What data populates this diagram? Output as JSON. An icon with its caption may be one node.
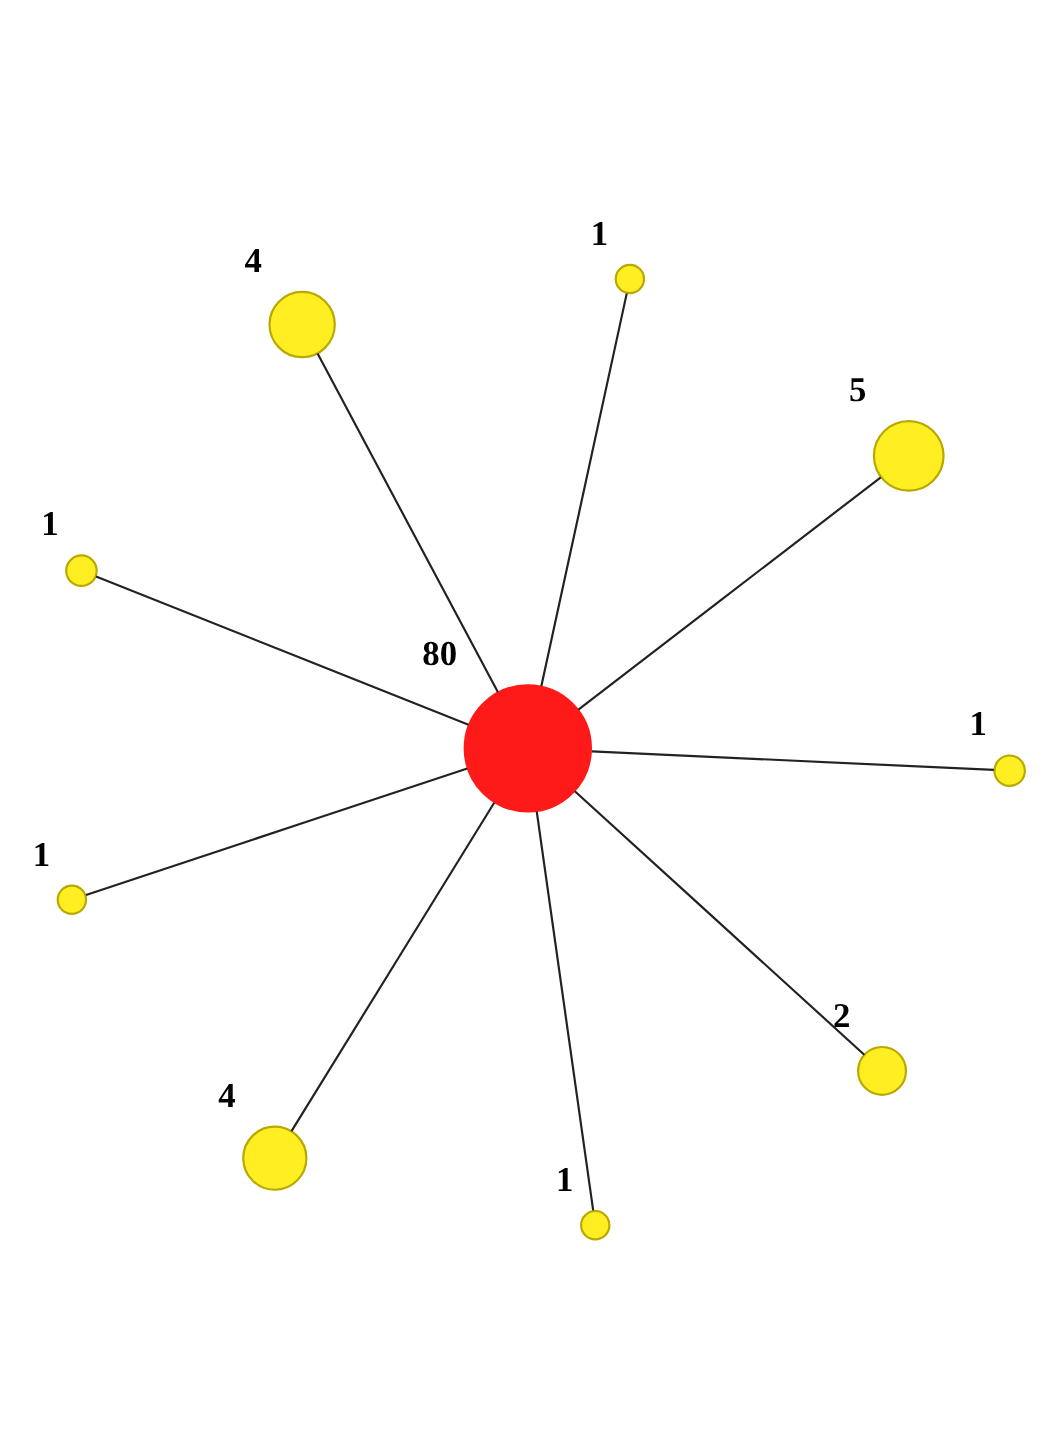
{
  "diagram": {
    "nodes": [
      {
        "text": [],
        "shape": "circle",
        "beside": [
          "80"
        ]
      },
      {
        "text": [],
        "shape": "circle",
        "beside": [
          "1"
        ]
      },
      {
        "text": [],
        "shape": "circle",
        "beside": [
          "2"
        ]
      },
      {
        "text": [],
        "shape": "circle",
        "beside": [
          "1"
        ]
      },
      {
        "text": [],
        "shape": "circle",
        "beside": [
          "1"
        ]
      },
      {
        "text": [],
        "shape": "circle",
        "beside": [
          "4"
        ]
      },
      {
        "text": [],
        "shape": "circle",
        "beside": [
          "5"
        ]
      },
      {
        "text": [],
        "shape": "circle",
        "beside": [
          "4"
        ]
      },
      {
        "text": [],
        "shape": "circle",
        "beside": [
          "1"
        ]
      },
      {
        "text": [],
        "shape": "circle",
        "beside": [
          "1"
        ]
      }
    ],
    "edges": [
      {
        "from": 0,
        "to": 1,
        "arrow": "none"
      },
      {
        "from": 0,
        "to": 2,
        "arrow": "none"
      },
      {
        "from": 0,
        "to": 3,
        "arrow": "none"
      },
      {
        "from": 0,
        "to": 4,
        "arrow": "none"
      },
      {
        "from": 0,
        "to": 5,
        "arrow": "none"
      },
      {
        "from": 0,
        "to": 6,
        "arrow": "none"
      },
      {
        "from": 0,
        "to": 7,
        "arrow": "none"
      },
      {
        "from": 0,
        "to": 8,
        "arrow": "none"
      },
      {
        "from": 0,
        "to": 9,
        "arrow": "none"
      }
    ]
  }
}
